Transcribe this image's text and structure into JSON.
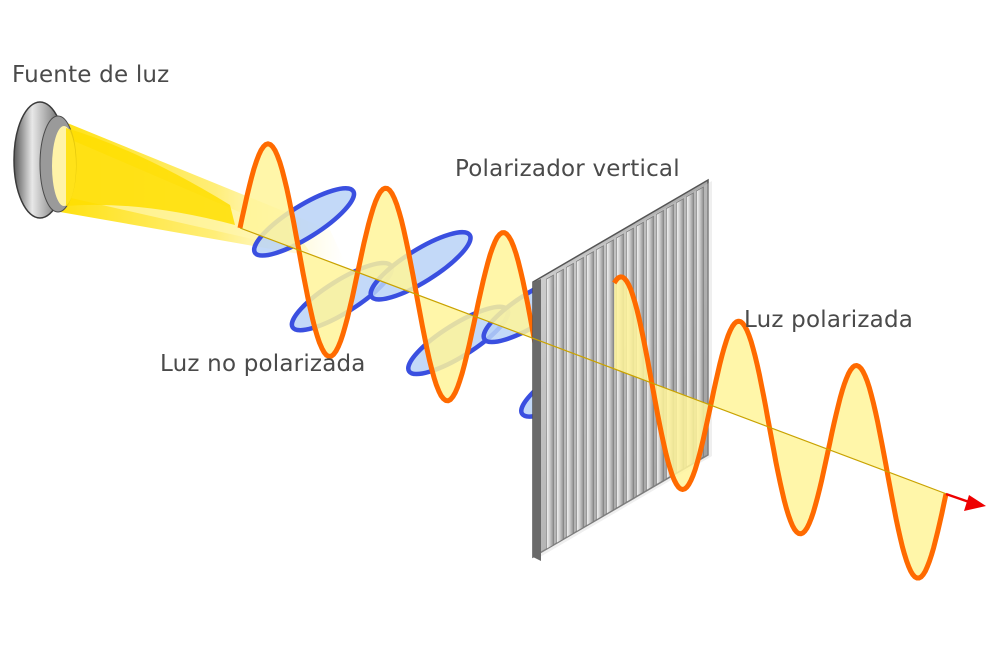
{
  "labels": {
    "light_source": "Fuente de luz",
    "vertical_polarizer": "Polarizador vertical",
    "unpolarized_light": "Luz no polarizada",
    "polarized_light": "Luz polarizada"
  },
  "colors": {
    "wave_vertical": "#ff6a00",
    "wave_horizontal": "#3a4fe0",
    "wave_fill_yellow": "#fff59a",
    "wave_fill_blue": "#b9d2f7",
    "beam": "#ffd800",
    "axis_arrow": "#ee0000",
    "polarizer_frame": "#9a9a9a",
    "text": "#4a4a4a"
  }
}
